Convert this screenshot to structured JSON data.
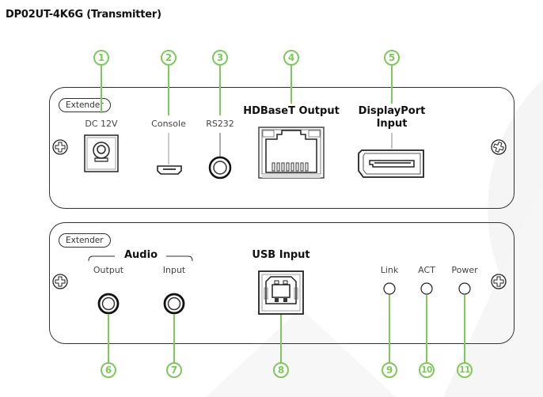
{
  "title": "DP02UT-4K6G (Transmitter)",
  "colors": {
    "callout": "#7dc95a",
    "outline": "#333333",
    "background_shape": "#f4f4f4"
  },
  "panels": {
    "top": {
      "badge": "Extender",
      "ports": [
        {
          "id": 1,
          "label": "DC 12V",
          "icon": "dc-power-jack-icon"
        },
        {
          "id": 2,
          "label": "Console",
          "icon": "micro-usb-port-icon"
        },
        {
          "id": 3,
          "label": "RS232",
          "icon": "audio-jack-icon"
        },
        {
          "id": 4,
          "label": "HDBaseT Output",
          "icon": "rj45-port-icon"
        },
        {
          "id": 5,
          "label": "DisplayPort Input",
          "label_line1": "DisplayPort",
          "label_line2": "Input",
          "icon": "displayport-icon"
        }
      ]
    },
    "bottom": {
      "badge": "Extender",
      "audio_group_label": "Audio",
      "ports": [
        {
          "id": 6,
          "label": "Output",
          "icon": "audio-jack-icon"
        },
        {
          "id": 7,
          "label": "Input",
          "icon": "audio-jack-icon"
        },
        {
          "id": 8,
          "label": "USB Input",
          "icon": "usb-b-port-icon"
        },
        {
          "id": 9,
          "label": "Link",
          "icon": "led-icon"
        },
        {
          "id": 10,
          "label": "ACT",
          "icon": "led-icon"
        },
        {
          "id": 11,
          "label": "Power",
          "icon": "led-icon"
        }
      ]
    }
  },
  "callouts": [
    "1",
    "2",
    "3",
    "4",
    "5",
    "6",
    "7",
    "8",
    "9",
    "10",
    "11"
  ]
}
